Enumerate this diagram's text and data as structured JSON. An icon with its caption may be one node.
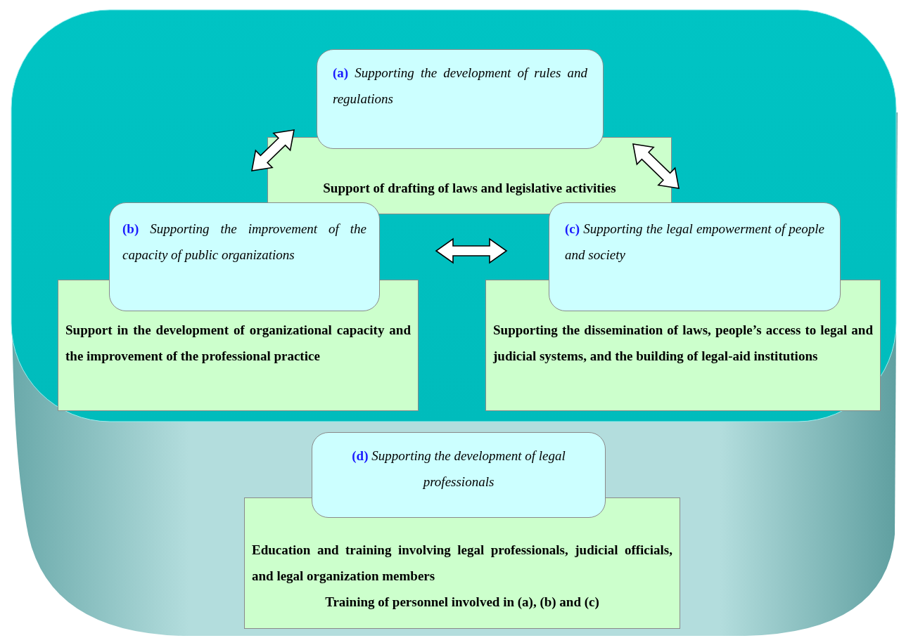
{
  "diagram": {
    "nodes": [
      {
        "text": [
          "**(a)** *Supporting the development of rules and regulations*"
        ]
      },
      {
        "text": [
          "Support of drafting of laws and legislative activities"
        ]
      },
      {
        "text": [
          "**(b)** *Supporting the improvement of the capacity of public organizations*"
        ]
      },
      {
        "text": [
          "Support in the development of organizational capacity and the improvement of the professional practice"
        ]
      },
      {
        "text": [
          "**(c)** *Supporting the legal empowerment of people and society*"
        ]
      },
      {
        "text": [
          "Supporting the dissemination of laws, people’s access to legal and judicial systems, and the building of legal-aid institutions"
        ]
      },
      {
        "text": [
          "**(d)** *Supporting the development of legal professionals*"
        ]
      },
      {
        "text": [
          "Education and training involving legal professionals, judicial officials, and legal organization members",
          "Training of personnel involved in (a), (b) and (c)"
        ]
      }
    ],
    "edges": [
      {
        "from": 0,
        "to": 2,
        "arrow": "both"
      },
      {
        "from": 0,
        "to": 4,
        "arrow": "both"
      },
      {
        "from": 2,
        "to": 4,
        "arrow": "both"
      }
    ]
  }
}
